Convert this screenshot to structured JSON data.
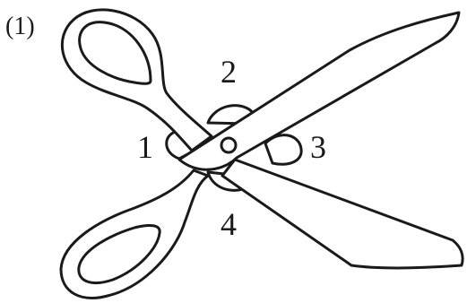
{
  "figure": {
    "number_label": "(1)",
    "angle_labels": {
      "a1": "1",
      "a2": "2",
      "a3": "3",
      "a4": "4"
    }
  }
}
